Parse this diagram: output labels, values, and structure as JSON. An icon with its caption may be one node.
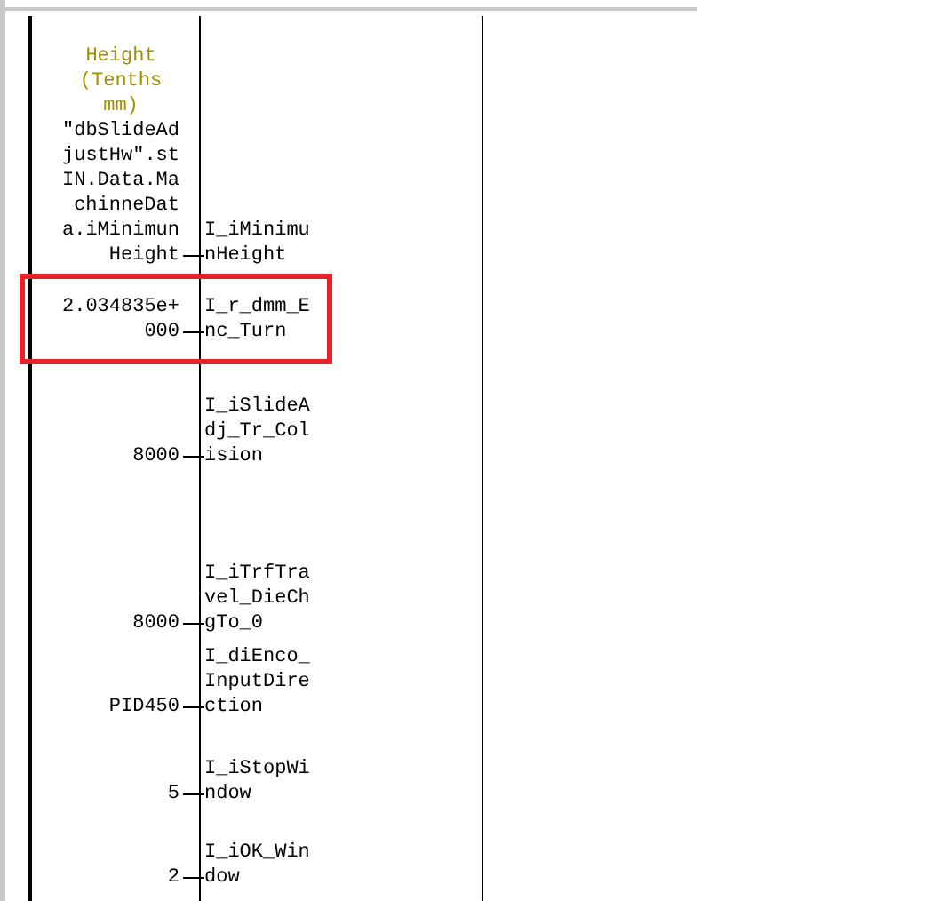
{
  "diagram": {
    "nodes": [
      {
        "text": [],
        "shape": "box"
      },
      {
        "text": [
          "\"dbSlideAdjustHw\".stIN.Data.MachinneData.iMinimunHeight"
        ],
        "beside": [
          "Height (Tenths mm)"
        ]
      },
      {
        "text": [
          "I_iMinimunHeight"
        ],
        "in": 0
      },
      {
        "text": [
          "2.034835e+000"
        ]
      },
      {
        "text": [
          "I_r_dmm_Enc_Turn"
        ],
        "in": 0
      },
      {
        "text": [
          "8000"
        ]
      },
      {
        "text": [
          "I_iSlideAdj_Tr_Colision"
        ],
        "in": 0
      },
      {
        "text": [
          "8000"
        ]
      },
      {
        "text": [
          "I_iTrfTravel_DieChgTo_0"
        ],
        "in": 0
      },
      {
        "text": [
          "PID450"
        ]
      },
      {
        "text": [
          "I_diEnco_InputDirection"
        ],
        "in": 0
      },
      {
        "text": [
          "5"
        ]
      },
      {
        "text": [
          "I_iStopWindow"
        ],
        "in": 0
      },
      {
        "text": [
          "2"
        ]
      },
      {
        "text": [
          "I_iOK_Window"
        ],
        "in": 0
      }
    ],
    "edges": [
      {
        "from": 1,
        "to": 2,
        "arrow": "none"
      },
      {
        "from": 3,
        "to": 4,
        "arrow": "none"
      },
      {
        "from": 5,
        "to": 6,
        "arrow": "none"
      },
      {
        "from": 7,
        "to": 8,
        "arrow": "none"
      },
      {
        "from": 9,
        "to": 10,
        "arrow": "none"
      },
      {
        "from": 11,
        "to": 12,
        "arrow": "none"
      },
      {
        "from": 13,
        "to": 14,
        "arrow": "none"
      }
    ]
  }
}
